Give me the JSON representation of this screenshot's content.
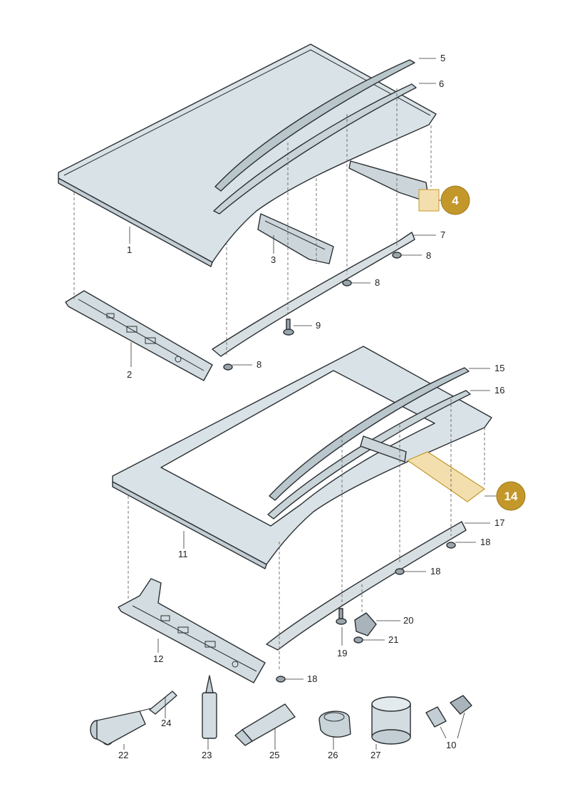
{
  "colors": {
    "panel": "#d9e2e6",
    "panel_shade": "#c3ced4",
    "badge": "#c4972b",
    "highlight": "#f3dfae"
  },
  "labels": {
    "p1": "1",
    "p2": "2",
    "p3": "3",
    "p4": "4",
    "p5": "5",
    "p6": "6",
    "p7": "7",
    "p8a": "8",
    "p8b": "8",
    "p8c": "8",
    "p9": "9",
    "p10": "10",
    "p11": "11",
    "p12": "12",
    "p14": "14",
    "p15": "15",
    "p16": "16",
    "p17": "17",
    "p18a": "18",
    "p18b": "18",
    "p18c": "18",
    "p19": "19",
    "p20": "20",
    "p21": "21",
    "p22": "22",
    "p23": "23",
    "p24": "24",
    "p25": "25",
    "p26": "26",
    "p27": "27"
  }
}
